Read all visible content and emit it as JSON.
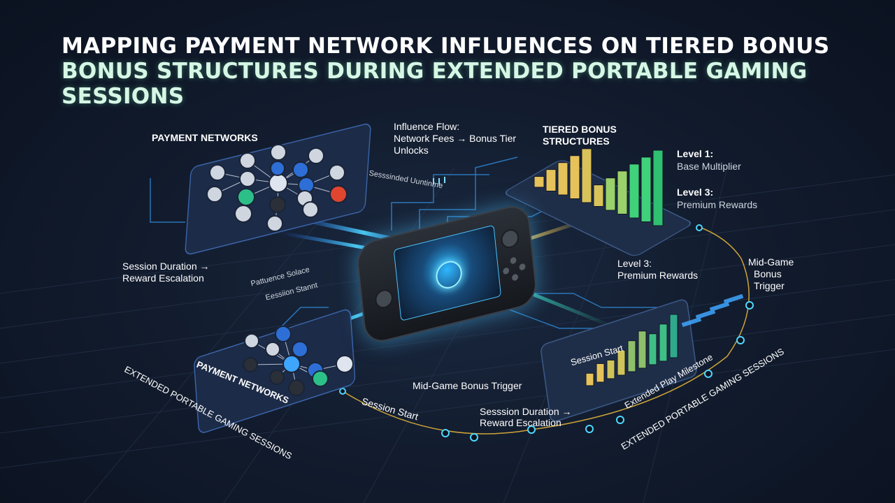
{
  "title": {
    "line1": "MAPPING PAYMENT NETWORK INFLUENCES ON TIERED BONUS",
    "line2": "BONUS STRUCTURES DURING EXTENDED PORTABLE GAMING",
    "line3": "SESSIONS"
  },
  "labels": {
    "payment_networks_top": "PAYMENT NETWORKS",
    "influence_flow_1": "Influence Flow:",
    "influence_flow_2": "Network Fees → Bonus Tier",
    "influence_flow_3": "Unlocks",
    "tiered_bonus_1": "TIERED BONUS",
    "tiered_bonus_2": "STRUCTURES",
    "level1_title": "Level 1:",
    "level1_sub": "Base Multiplier",
    "level3_title_right": "Level 3:",
    "level3_sub_right": "Premium Rewards",
    "level3_title_mid": "Level 3:",
    "level3_sub_mid": "Premium Rewards",
    "session_duration_left_1": "Session Duration →",
    "session_duration_left_2": "Reward Escalation",
    "mid_game_right_1": "Mid-Game",
    "mid_game_right_2": "Bonus",
    "mid_game_right_3": "Trigger",
    "mid_game_bottom": "Mid-Game Bonus Trigger",
    "session_start_bottom": "Session Start",
    "session_duration_bottom_1": "Sesssion  Duration →",
    "session_duration_bottom_2": "Reward Escalation",
    "extended_left": "EXTENDED PORTABLE GAMING SESSIONS",
    "extended_right": "EXTENDED PORTABLE GAMING SESSIONS",
    "payment_networks_bottom": "PAYMENT NETWORKS",
    "session_start_panel": "Session Start",
    "extended_play_milestone": "Extended Play Milestone",
    "seasonal_runtime": "Sesssinded Uuntinme",
    "patience_solace": "Pattuence Solace",
    "session_start_mid": "Eessiion Stannt"
  },
  "colors": {
    "background": "#121c2e",
    "accent_cyan": "#3fd0ff",
    "accent_green": "#3fd27a",
    "accent_gold": "#e5c25a",
    "node_blue": "#2d6fd6",
    "panel_border": "#3c5a88"
  },
  "icons": [
    "payment-network-node-icon",
    "handheld-console-icon",
    "bar-chart-icon",
    "timeline-node-icon"
  ],
  "chart_data": [
    {
      "type": "bar",
      "title": "TIERED BONUS STRUCTURES",
      "series": [
        {
          "values": [
            1,
            2,
            3,
            4,
            5,
            2,
            3,
            4,
            5,
            6,
            7
          ]
        }
      ]
    },
    {
      "type": "bar",
      "title": "Session Start",
      "series": [
        {
          "values": [
            2,
            3,
            3,
            4,
            5,
            6,
            5,
            6,
            7
          ]
        }
      ]
    }
  ]
}
